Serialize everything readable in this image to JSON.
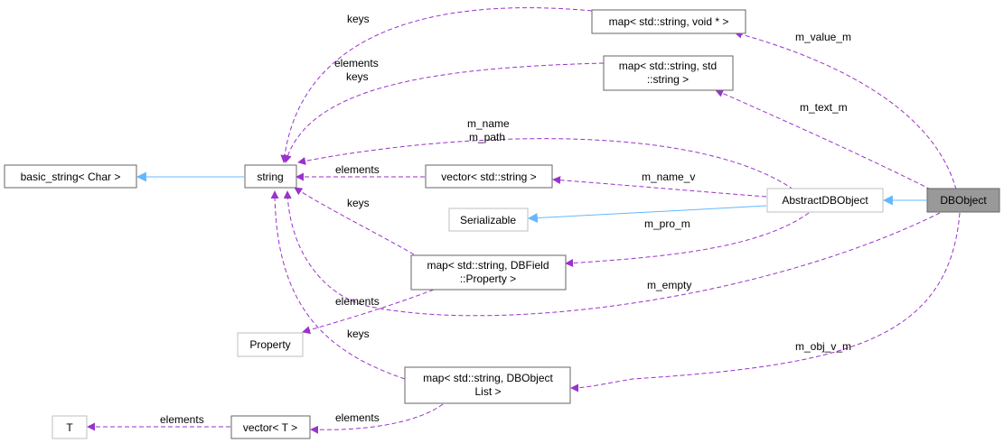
{
  "colors": {
    "usage_edge": "#9a32cd",
    "inherit_edge": "#63b8ff",
    "node_border": "#666666",
    "node_border_light": "#bfbfbf",
    "selected_fill": "#999999"
  },
  "nodes": {
    "map_void": "map< std::string, void * >",
    "map_string_1": "map< std::string, std",
    "map_string_2": "::string >",
    "basic_string": "basic_string< Char >",
    "string": "string",
    "vector_string": "vector< std::string >",
    "abstract_dbobject": "AbstractDBObject",
    "dbobject": "DBObject",
    "serializable": "Serializable",
    "map_dbfield_1": "map< std::string, DBField",
    "map_dbfield_2": "::Property >",
    "property": "Property",
    "map_dbobject_1": "map< std::string, DBObject",
    "map_dbobject_2": "List >",
    "t": "T",
    "vector_t": "vector< T >"
  },
  "edge_labels": {
    "keys_map_void": "keys",
    "m_value_m": "m_value_m",
    "elements_map_string": "elements",
    "keys_map_string": "keys",
    "m_text_m": "m_text_m",
    "m_name": "m_name",
    "m_path": "m_path",
    "elements_vector_string": "elements",
    "m_name_v": "m_name_v",
    "keys_map_dbfield": "keys",
    "m_pro_m": "m_pro_m",
    "elements_property": "elements",
    "m_empty": "m_empty",
    "keys_map_dbobject": "keys",
    "m_obj_v_m": "m_obj_v_m",
    "elements_t": "elements",
    "elements_vector_t": "elements"
  }
}
